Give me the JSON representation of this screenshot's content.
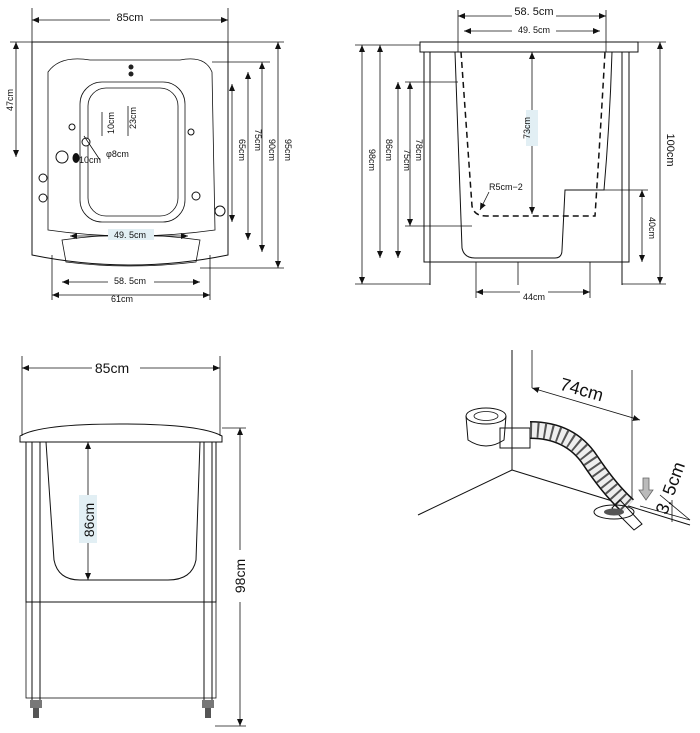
{
  "colors": {
    "tub_fill": "#e2eff4",
    "line": "#111111",
    "background": "#ffffff"
  },
  "top_view": {
    "width_top": "85cm",
    "left_height": "47cm",
    "inner_10cm": "10cm",
    "inner_23cm": "23cm",
    "hole_10cm": "10cm",
    "hole_8cm": "φ8cm",
    "inner_65cm": "65cm",
    "inner_75cm": "75cm",
    "inner_90cm": "90cm",
    "outer_95cm": "95cm",
    "seat_width": "49. 5cm",
    "front_58": "58. 5cm",
    "front_61": "61cm"
  },
  "side_view": {
    "top_58": "58. 5cm",
    "top_49": "49. 5cm",
    "h_98": "98cm",
    "h_86": "86cm",
    "h_75": "75cm",
    "h_78": "78cm",
    "depth_73": "73cm",
    "radius": "R5cm−2",
    "h_40": "40cm",
    "h_100": "100cm",
    "bottom_44": "44cm"
  },
  "front_view": {
    "width_85": "85cm",
    "depth_86": "86cm",
    "height_98": "98cm"
  },
  "drain_view": {
    "length_74": "74cm",
    "height_3_5": "3. 5cm"
  }
}
